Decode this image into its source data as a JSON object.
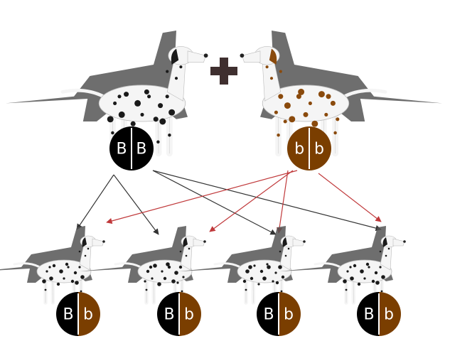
{
  "colors": {
    "black_allele": "#000000",
    "brown_allele": "#7a3e00",
    "arrow_black": "#333333",
    "arrow_red": "#c0393b",
    "plus_sign": "#3f2f2f",
    "shadow": "#555555",
    "coat_white": "#f5f5f5",
    "spot_black": "#1a1a1a",
    "spot_brown": "#8a4a0c"
  },
  "cross_symbol": "plus-icon",
  "parents": [
    {
      "name": "black-spotted-dalmatian",
      "spot_color": "black",
      "genotype": [
        {
          "letter": "B",
          "color": "black"
        },
        {
          "letter": "B",
          "color": "black"
        }
      ]
    },
    {
      "name": "liver-spotted-dalmatian",
      "spot_color": "brown",
      "genotype": [
        {
          "letter": "b",
          "color": "brown"
        },
        {
          "letter": "b",
          "color": "brown"
        }
      ]
    }
  ],
  "offspring": [
    {
      "spot_color": "black",
      "genotype": [
        {
          "letter": "B",
          "color": "black"
        },
        {
          "letter": "b",
          "color": "brown"
        }
      ]
    },
    {
      "spot_color": "black",
      "genotype": [
        {
          "letter": "B",
          "color": "black"
        },
        {
          "letter": "b",
          "color": "brown"
        }
      ]
    },
    {
      "spot_color": "black",
      "genotype": [
        {
          "letter": "B",
          "color": "black"
        },
        {
          "letter": "b",
          "color": "brown"
        }
      ]
    },
    {
      "spot_color": "black",
      "genotype": [
        {
          "letter": "B",
          "color": "black"
        },
        {
          "letter": "b",
          "color": "brown"
        }
      ]
    }
  ]
}
